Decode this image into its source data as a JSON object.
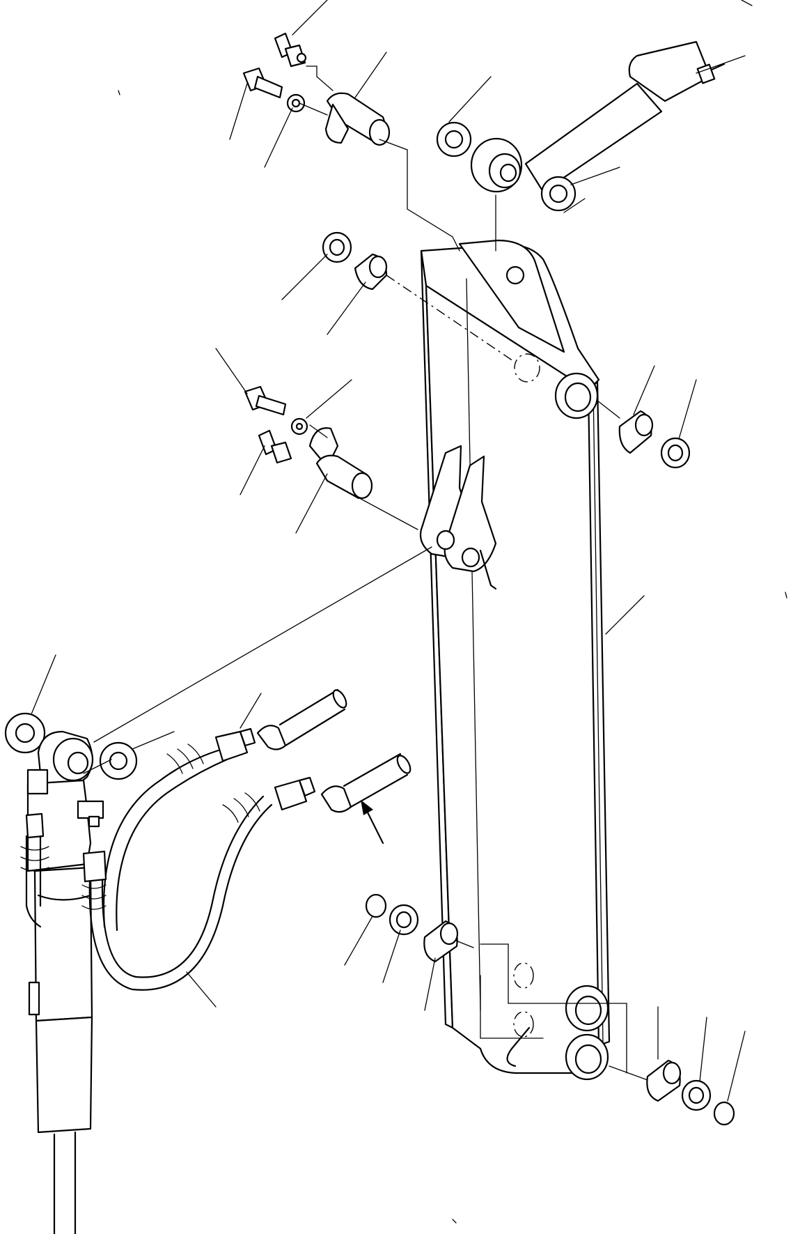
{
  "diagram": {
    "kind": "exploded-parts-drawing",
    "background": "#ffffff",
    "ink": "#000000",
    "parts": [
      "arm",
      "arm-cylinder-rod-end",
      "bucket-cylinder-head",
      "pin",
      "bolt",
      "washer",
      "grease-fitting",
      "bushing",
      "seal",
      "shim",
      "snap-ring",
      "hose",
      "hose-fitting",
      "pipe",
      "direction-arrow"
    ]
  }
}
